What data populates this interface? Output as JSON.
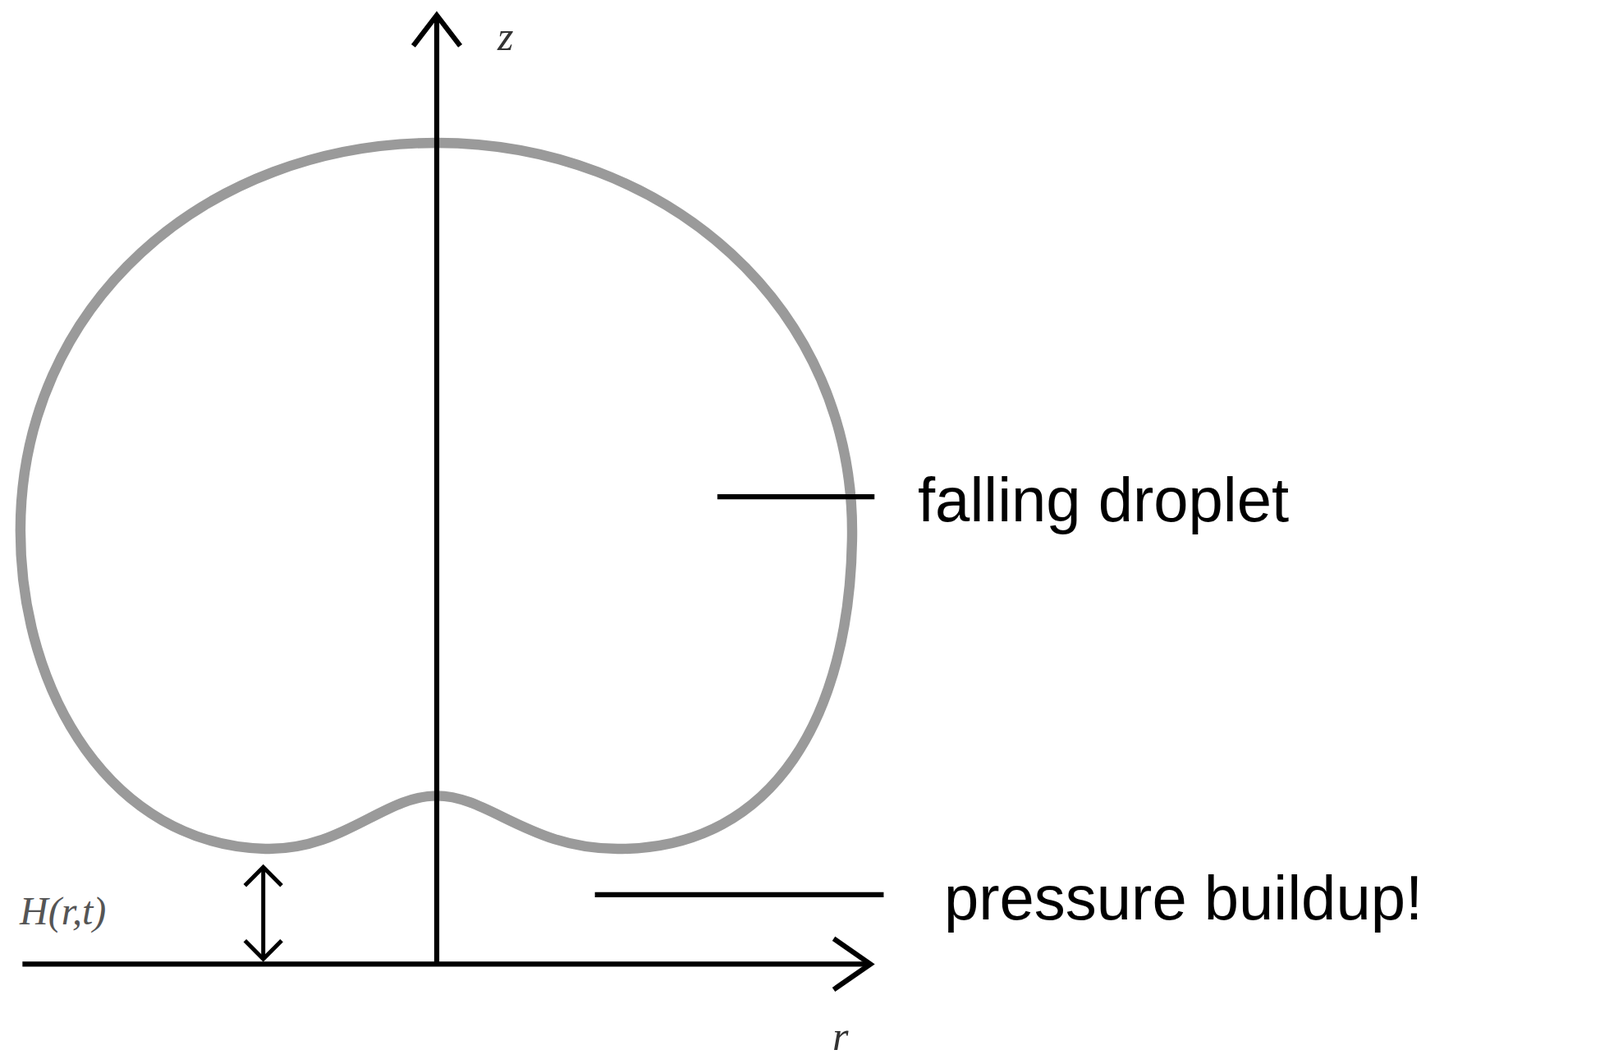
{
  "diagram": {
    "labels": [
      "z",
      "r",
      "H(r,t)",
      "falling droplet",
      "pressure buildup!"
    ]
  }
}
